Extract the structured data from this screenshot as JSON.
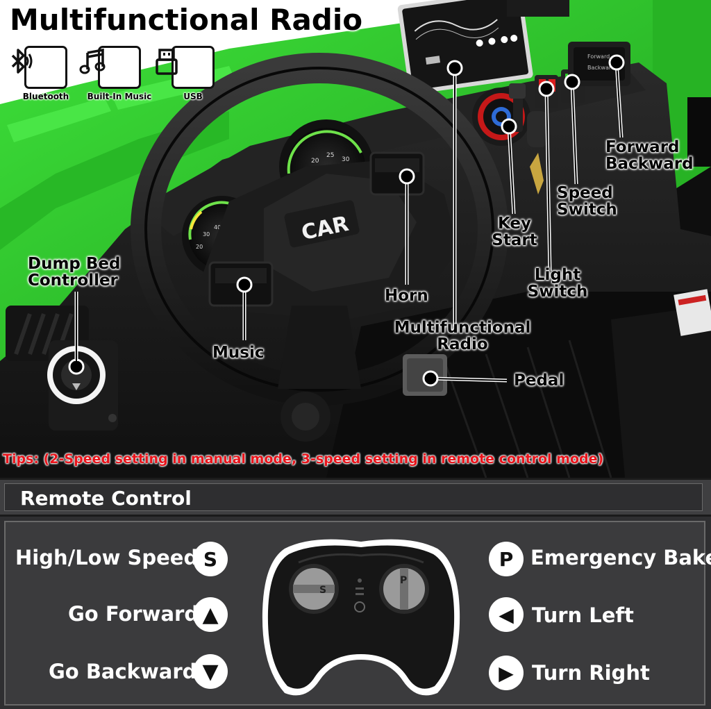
{
  "title": "Multifunctional Radio",
  "features": [
    {
      "icon": "bluetooth-icon",
      "label": "Bluetooth"
    },
    {
      "icon": "music-note-icon",
      "label": "Built-In Music"
    },
    {
      "icon": "usb-icon",
      "label": "USB"
    }
  ],
  "dashboard_text": {
    "steering_logo": "CAR",
    "panel_forward": "Forward",
    "panel_backward": "Backward"
  },
  "callouts": {
    "forward_backward": [
      "Forward",
      "Backward"
    ],
    "speed_switch": [
      "Speed",
      "Switch"
    ],
    "key_start": [
      "Key",
      "Start"
    ],
    "light_switch": [
      "Light",
      "Switch"
    ],
    "horn": "Horn",
    "multifunctional_radio": [
      "Multifunctional",
      "Radio"
    ],
    "dump_bed_controller": [
      "Dump Bed",
      "Controller"
    ],
    "music": "Music",
    "pedal": "Pedal"
  },
  "tips": "Tips: (2-Speed setting in manual mode, 3-speed setting in remote control mode)",
  "remote": {
    "header": "Remote Control",
    "left": [
      {
        "label": "High/Low Speed",
        "icon": "speed-s-icon",
        "glyph": "S"
      },
      {
        "label": "Go Forward",
        "icon": "triangle-up-icon",
        "glyph": "▲"
      },
      {
        "label": "Go Backward",
        "icon": "triangle-down-icon",
        "glyph": "▼"
      }
    ],
    "right": [
      {
        "label": "Emergency Bake",
        "icon": "parking-p-icon",
        "glyph": "P"
      },
      {
        "label": "Turn Left",
        "icon": "triangle-left-icon",
        "glyph": "◀"
      },
      {
        "label": "Turn Right",
        "icon": "triangle-right-icon",
        "glyph": "▶"
      }
    ],
    "controller_buttons": {
      "left": "S",
      "right": "P"
    }
  },
  "colors": {
    "car_green": "#2ec82a",
    "dash_black": "#1a1a1a",
    "tips_red": "#e8141b",
    "panel_grey": "#3b3b3d"
  }
}
